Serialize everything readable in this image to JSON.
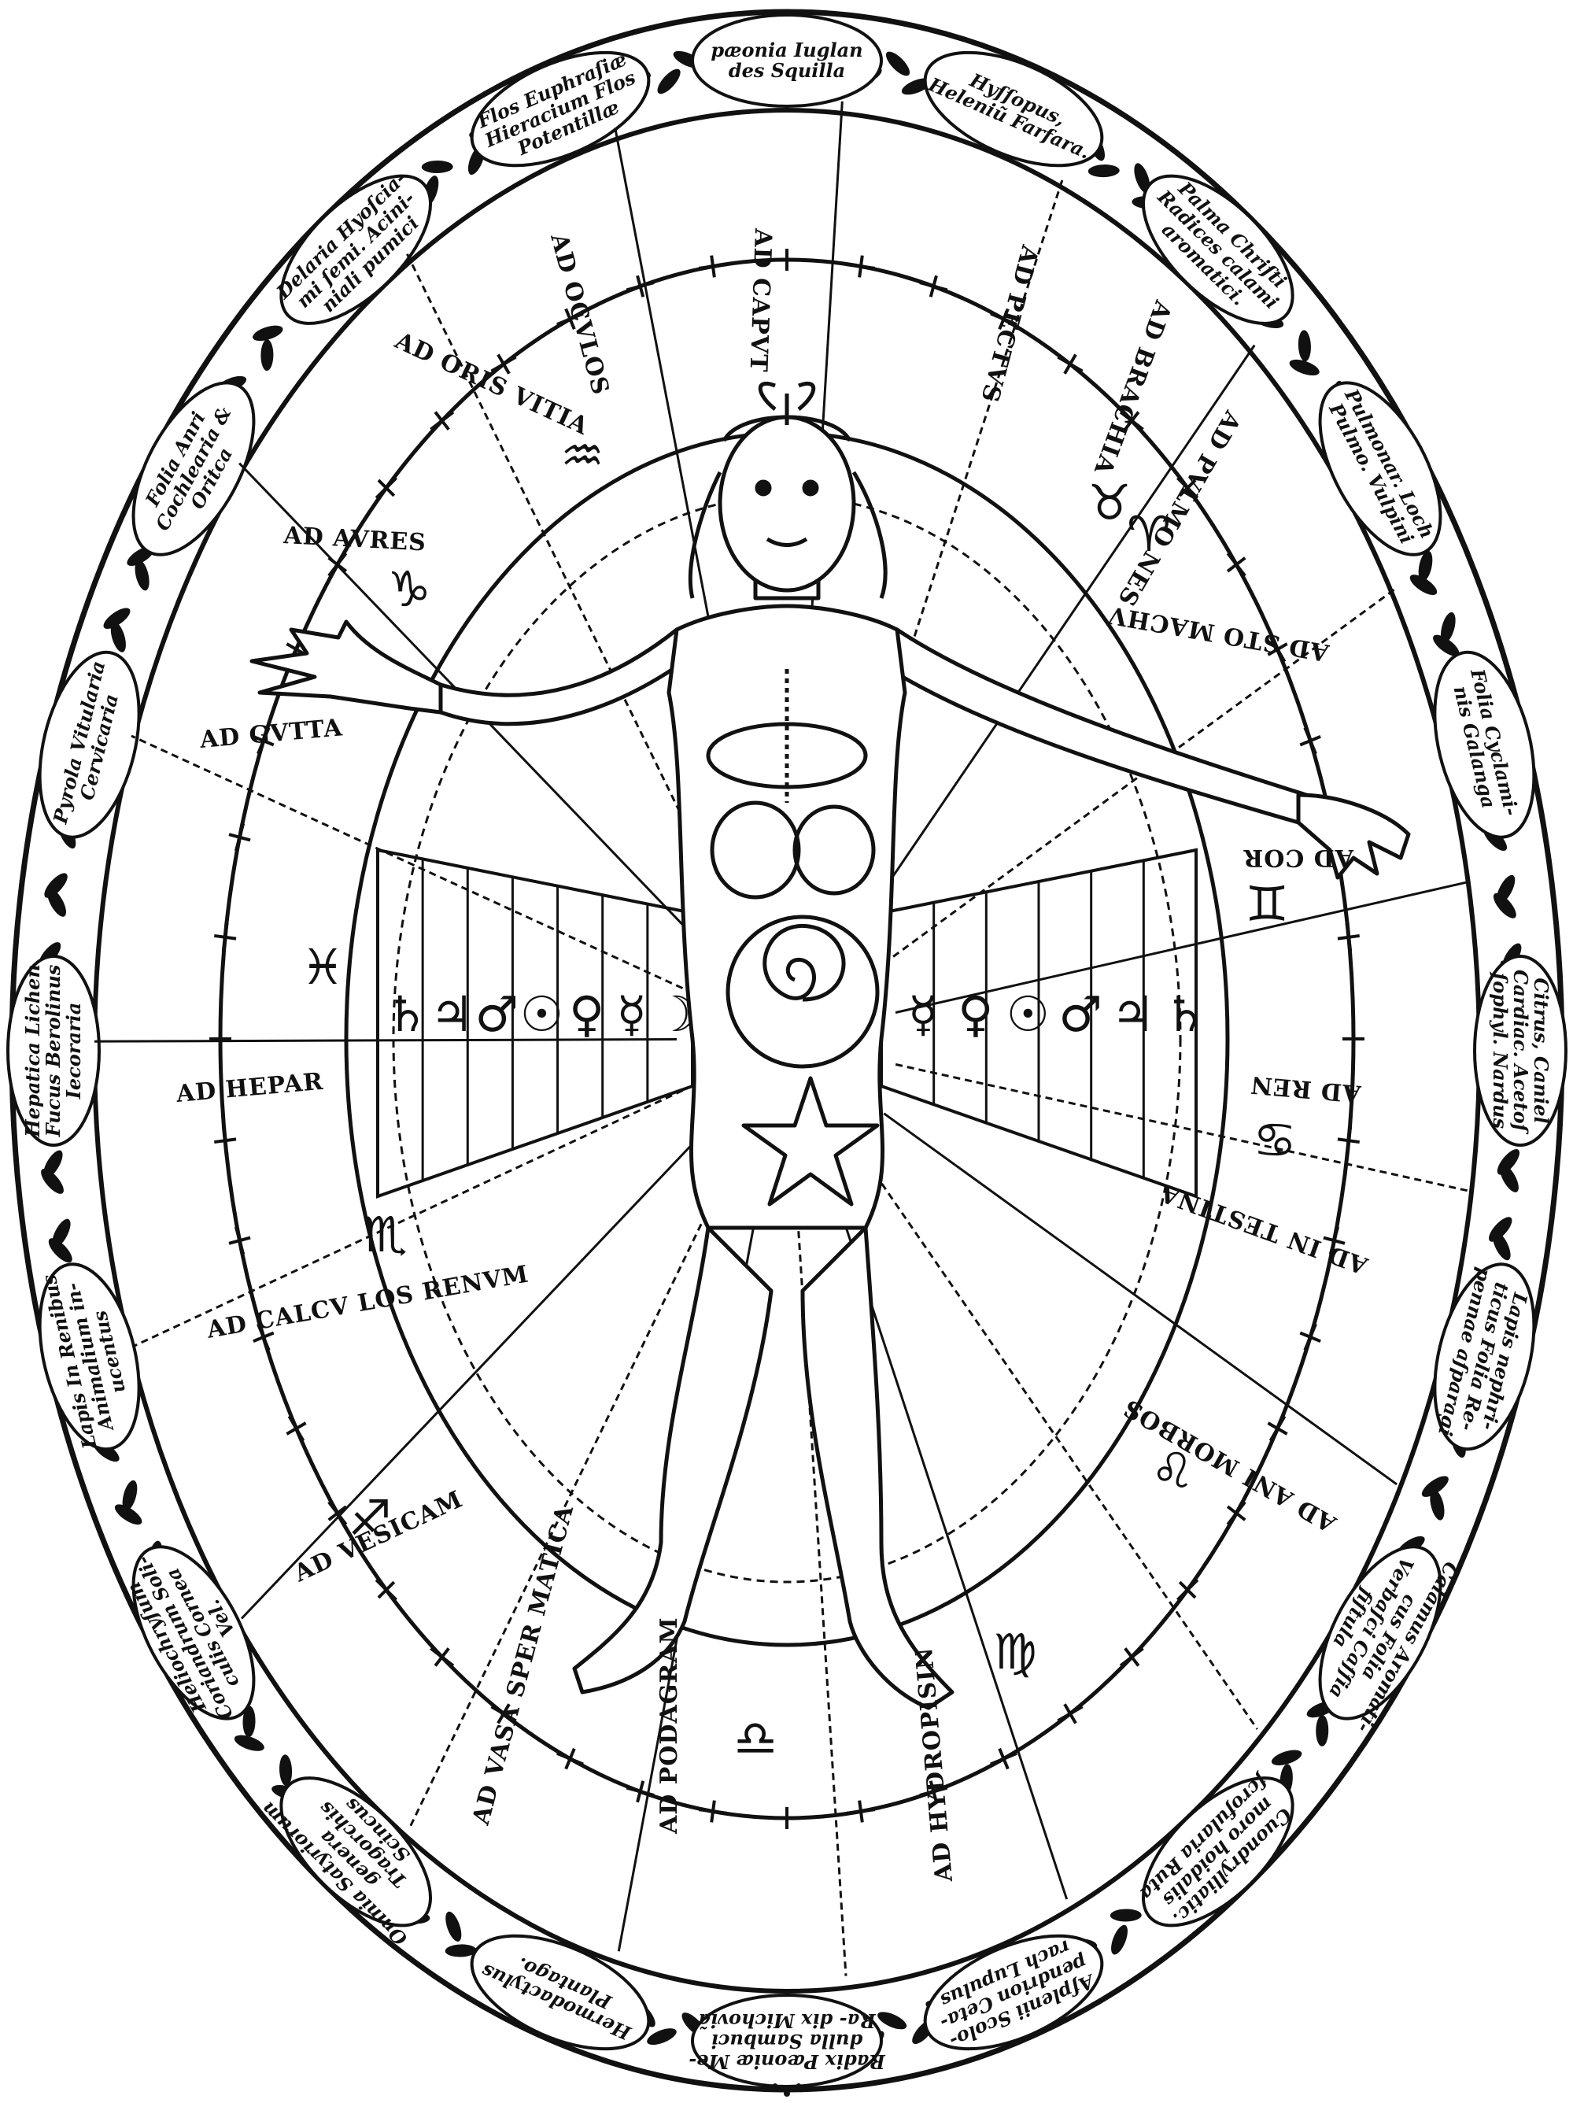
{
  "region_labels": [
    "AD CAPVT",
    "AD PECTVS",
    "AD BRACHIA",
    "AD PVLMO NES",
    "AD STO MACHV",
    "AD COR",
    "AD REN",
    "AD IN TESTINA",
    "AD ANI MORBOS",
    "AD PODAGRAM",
    "AD HYDROPISIN",
    "AD VASA SPER MATICA",
    "AD VESICAM",
    "AD CALCV LOS RENVM",
    "AD HEPAR",
    "AD GVTTA",
    "AD AVRES",
    "AD ORIS VITIA",
    "AD OCVLOS"
  ],
  "herb_labels": [
    "pæonia Iuglan des Squilla",
    "Hyſſopus, Heleniũ Farfara.",
    "Palma Chriſti Radices calami aromatici.",
    "Pulmonar. Loch Pulmo. Vulpini",
    "Folia Cyclami- nis Galanga",
    "Citrus, Caniel Cardiac. Acetoſ ſophyl. Nardus",
    "Lapis nephri- ticus Folia Re- pennae aſparagi",
    "Calamus Aromati- cus Folia Verbaſci Caſſia fiſtula",
    "Cuondrylliatic. moro hoidalis ſcrofularia Ruta",
    "Aſplenii Scolo- pendrion Ceta- rach Lupulus",
    "Radix Pæoniæ Me- dulla Sambuci Ra- dix Michoviã",
    "Hermodactylus Plantago.",
    "Omnia Satyriorum genera Tragorchis Scincus",
    "Heliochryſum Coriandrum Soli- culis Cornea Vel.",
    "Lapis In Renibus Animalium in- ucentus",
    "Hepatica Lichen Fucus Berolinus Iecoraria",
    "Pyrola Vitularia Cervicaria",
    "Folia Anri Cochlearia & Oritca",
    "Delaria Hyoſcia- mi ſemi. Acini- niali pumici",
    "Flos Euphraſiæ Hieracium Flos Potentillæ"
  ],
  "zodiac_symbols": [
    "♈",
    "♉",
    "♊",
    "♋",
    "♌",
    "♍",
    "♎",
    "♏",
    "♐",
    "♑",
    "♒",
    "♓"
  ],
  "planet_symbols_left": [
    "♄",
    "♃",
    "♂",
    "☉",
    "♀",
    "☿",
    "☽"
  ],
  "planet_symbols_right": [
    "☿",
    "♀",
    "☉",
    "♂",
    "♃",
    "♄"
  ],
  "colors": {
    "ink": "#111111",
    "paper": "#ffffff"
  }
}
